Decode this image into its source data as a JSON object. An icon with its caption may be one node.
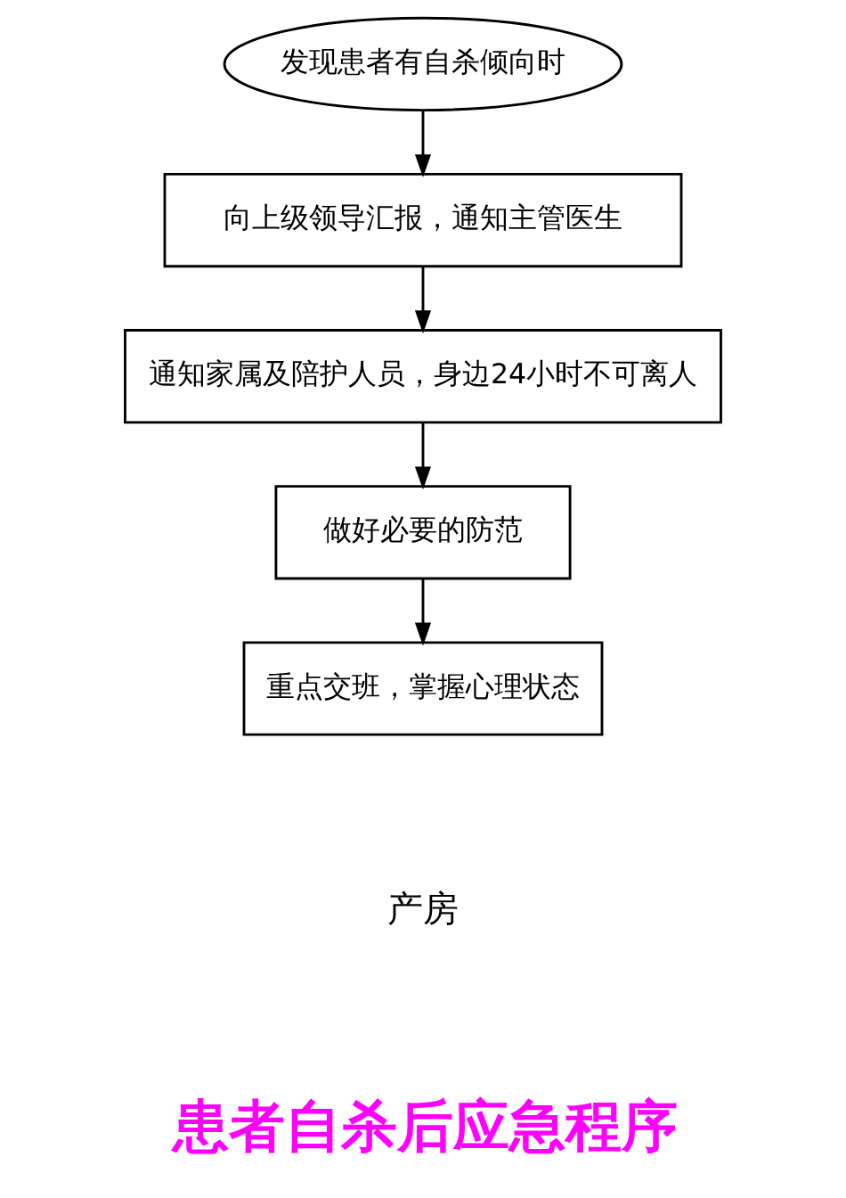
{
  "diagram": {
    "nodes": [
      {
        "text": [
          "发现患者有自杀倾向时"
        ]
      },
      {
        "text": [
          "向上级领导汇报，通知主管医生"
        ]
      },
      {
        "text": [
          "通知家属及陪护人员，身边24小时不可离人"
        ]
      },
      {
        "text": [
          "做好必要的防范"
        ]
      },
      {
        "text": [
          "重点交班，掌握心理状态"
        ]
      }
    ],
    "edges": [
      {
        "from": 0,
        "to": 1,
        "arrow": "to"
      },
      {
        "from": 1,
        "to": 2,
        "arrow": "to"
      },
      {
        "from": 2,
        "to": 3,
        "arrow": "to"
      },
      {
        "from": 3,
        "to": 4,
        "arrow": "to"
      }
    ],
    "labels": [
      "产房",
      "患者自杀后应急程序"
    ]
  }
}
